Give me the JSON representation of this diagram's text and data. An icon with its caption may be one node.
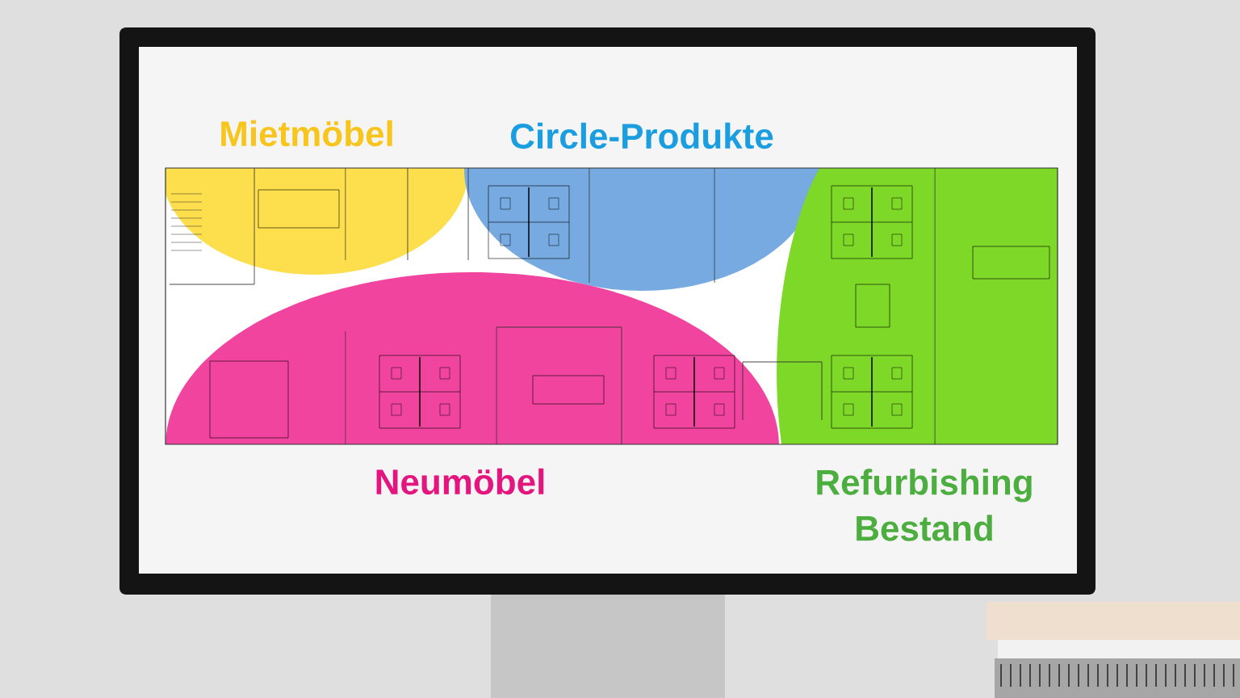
{
  "diagram": {
    "labels": [
      "Mietmöbel",
      "Circle-Produkte",
      "Neumöbel",
      "Refurbishing Bestand"
    ]
  }
}
